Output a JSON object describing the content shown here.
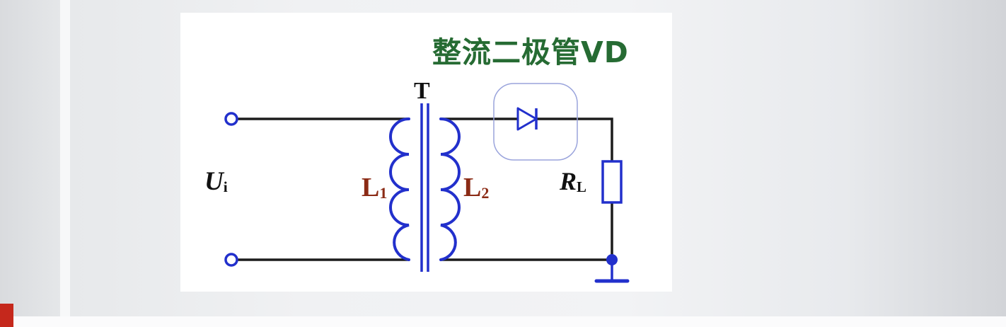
{
  "colors": {
    "component_blue": "#2230cc",
    "wire_black": "#1c1c1c",
    "coil_label_red": "#8b2b15",
    "title_green": "#266b33",
    "annotation_blue": "#9aa4dc",
    "accent_red": "#c5281c",
    "text_black": "#111111"
  },
  "circuit": {
    "title": "整流二极管VD",
    "transformer_label": "T",
    "input": {
      "symbol": "U",
      "subscript": "i"
    },
    "primary_coil": {
      "symbol": "L",
      "subscript": "1"
    },
    "secondary_coil": {
      "symbol": "L",
      "subscript": "2"
    },
    "load": {
      "symbol": "R",
      "subscript": "L"
    }
  }
}
